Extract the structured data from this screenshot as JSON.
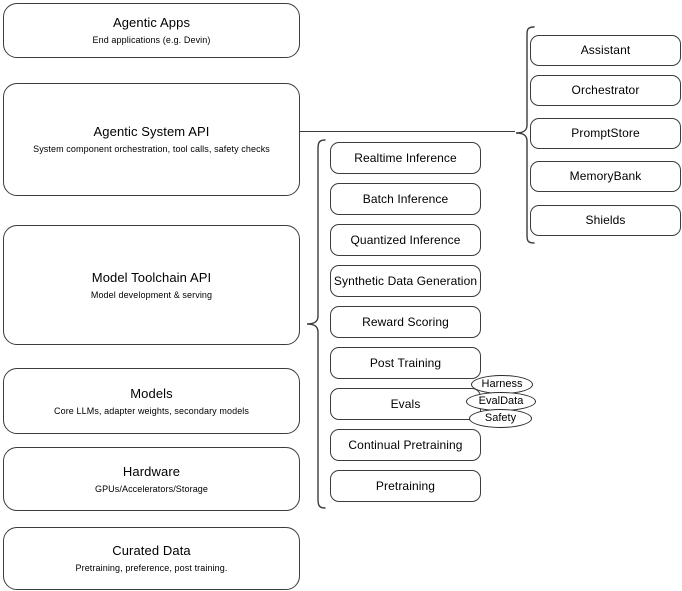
{
  "diagram": {
    "title": "AI stack layered architecture diagram",
    "stroke_color": "#3c3c3c",
    "background_color": "#ffffff",
    "text_color": "#000000"
  },
  "layers": [
    {
      "id": "agentic-apps",
      "title": "Agentic Apps",
      "subtitle": "End applications (e.g. Devin)"
    },
    {
      "id": "agentic-system-api",
      "title": "Agentic System API",
      "subtitle": "System component orchestration, tool calls, safety checks"
    },
    {
      "id": "model-toolchain-api",
      "title": "Model Toolchain API",
      "subtitle": "Model development & serving"
    },
    {
      "id": "models",
      "title": "Models",
      "subtitle": "Core LLMs, adapter weights, secondary models"
    },
    {
      "id": "hardware",
      "title": "Hardware",
      "subtitle": "GPUs/Accelerators/Storage"
    },
    {
      "id": "curated-data",
      "title": "Curated Data",
      "subtitle": "Pretraining, preference, post training."
    }
  ],
  "toolchain_components": [
    {
      "id": "realtime-inference",
      "label": "Realtime Inference"
    },
    {
      "id": "batch-inference",
      "label": "Batch Inference"
    },
    {
      "id": "quantized-inference",
      "label": "Quantized Inference"
    },
    {
      "id": "synthetic-data-generation",
      "label": "Synthetic Data Generation"
    },
    {
      "id": "reward-scoring",
      "label": "Reward Scoring"
    },
    {
      "id": "post-training",
      "label": "Post Training"
    },
    {
      "id": "evals",
      "label": "Evals"
    },
    {
      "id": "continual-pretraining",
      "label": "Continual Pretraining"
    },
    {
      "id": "pretraining",
      "label": "Pretraining"
    }
  ],
  "evals_pills": [
    {
      "id": "harness",
      "label": "Harness"
    },
    {
      "id": "evaldata",
      "label": "EvalData"
    },
    {
      "id": "safety",
      "label": "Safety"
    }
  ],
  "agentic_components": [
    {
      "id": "assistant",
      "label": "Assistant"
    },
    {
      "id": "orchestrator",
      "label": "Orchestrator"
    },
    {
      "id": "promptstore",
      "label": "PromptStore"
    },
    {
      "id": "memorybank",
      "label": "MemoryBank"
    },
    {
      "id": "shields",
      "label": "Shields"
    }
  ]
}
